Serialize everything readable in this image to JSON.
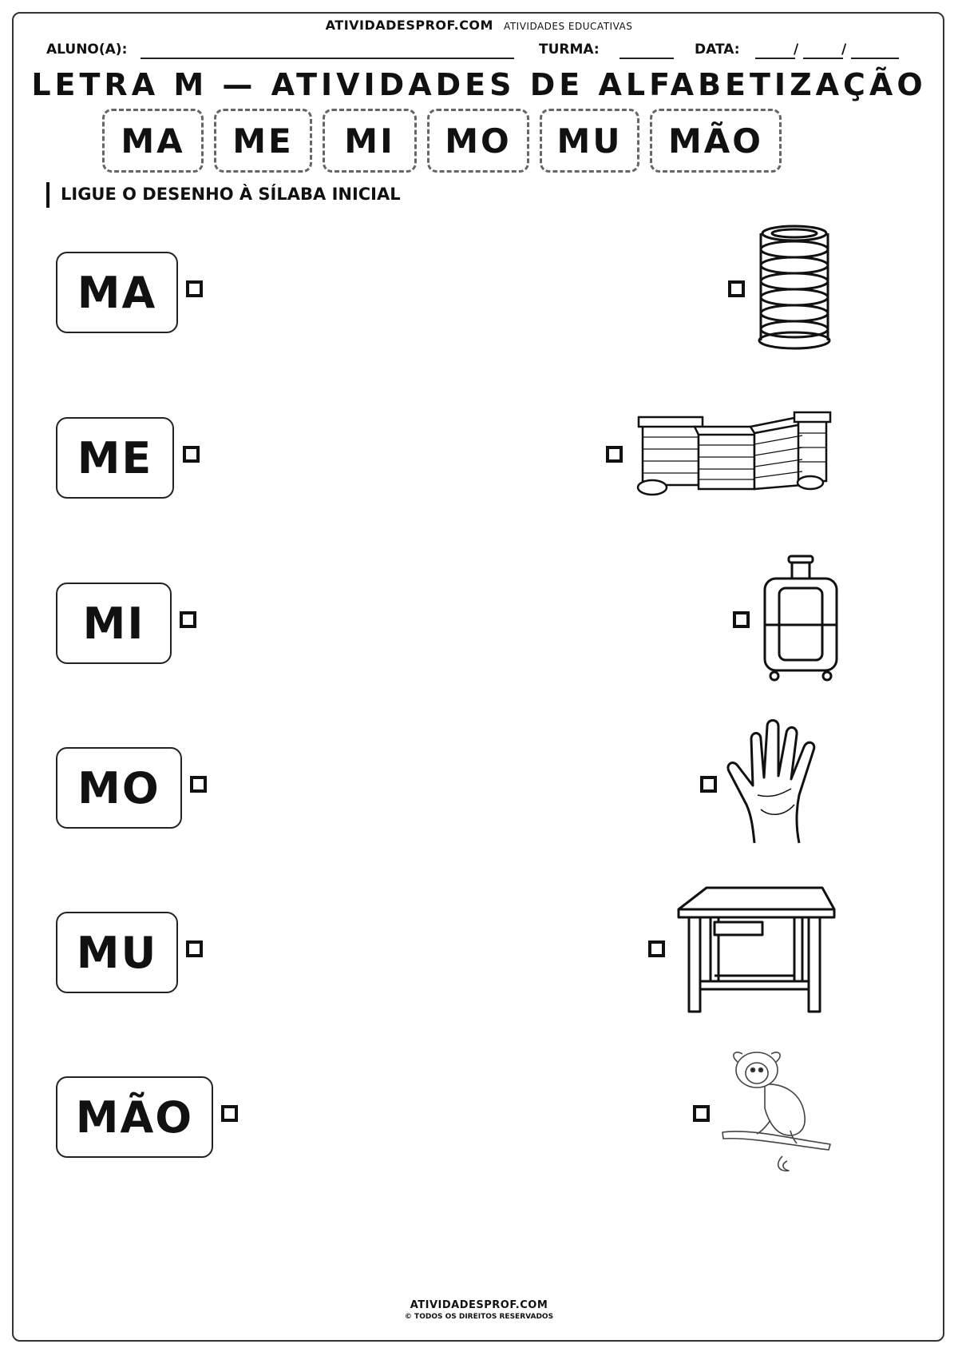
{
  "header": {
    "site": "ATIVIDADESPROF.COM",
    "subtitle": "ATIVIDADES EDUCATIVAS",
    "student_label": "ALUNO(A):",
    "class_label": "TURMA:",
    "date_label": "DATA:",
    "date_slashes": [
      "/",
      "/"
    ]
  },
  "title": "LETRA M — ATIVIDADES DE ALFABETIZAÇÃO",
  "syllables": [
    "MA",
    "ME",
    "MI",
    "MO",
    "MU",
    "MÃO"
  ],
  "instruction": "LIGUE O DESENHO À SÍLABA INICIAL",
  "rows": [
    {
      "syllable": "MA",
      "picture": "spring-icon"
    },
    {
      "syllable": "ME",
      "picture": "wall-icon"
    },
    {
      "syllable": "MI",
      "picture": "suitcase-icon"
    },
    {
      "syllable": "MO",
      "picture": "hand-icon"
    },
    {
      "syllable": "MU",
      "picture": "table-icon"
    },
    {
      "syllable": "MÃO",
      "picture": "marmoset-icon"
    }
  ],
  "footer": {
    "site": "ATIVIDADESPROF.COM",
    "rights": "© TODOS OS DIREITOS RESERVADOS"
  }
}
